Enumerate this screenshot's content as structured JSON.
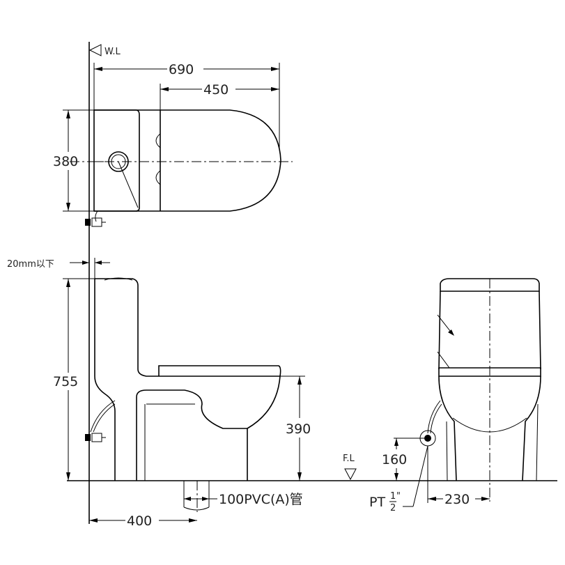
{
  "labels": {
    "water_level": "W.L",
    "floor_level": "F.L",
    "tank_to_wall_limit": "20mm以下",
    "pipe": "100PVC(A)管",
    "supply_thread_prefix": "PT",
    "supply_thread_num": "1",
    "supply_thread_den": "2",
    "supply_thread_unit": "\""
  },
  "dimensions": {
    "overall_length": "690",
    "bowl_length": "450",
    "width": "380",
    "height": "755",
    "seat_height": "390",
    "supply_height": "160",
    "rough_in": "400",
    "supply_offset": "230"
  }
}
